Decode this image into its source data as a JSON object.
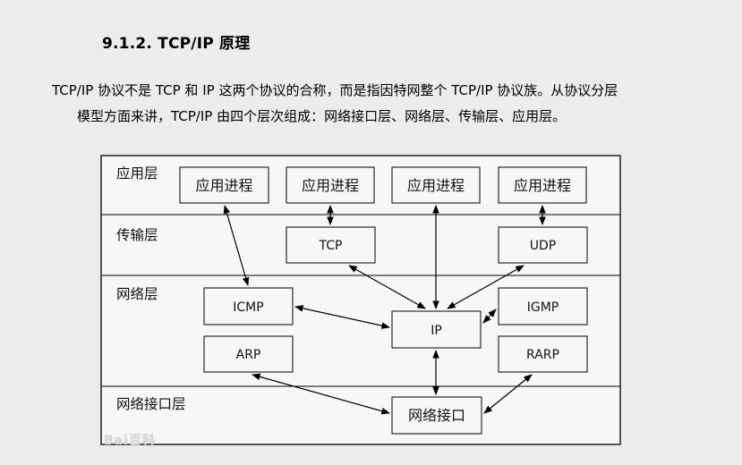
{
  "heading": "9.1.2. TCP/IP 原理",
  "paragraph": {
    "line1": "TCP/IP 协议不是 TCP 和 IP 这两个协议的合称，而是指因特网整个 TCP/IP 协议族。从协议分层",
    "line2": "模型方面来讲，TCP/IP 由四个层次组成：网络接口层、网络层、传输层、应用层。"
  },
  "diagram": {
    "layers": {
      "application": "应用层",
      "transport": "传输层",
      "network": "网络层",
      "link": "网络接口层"
    },
    "boxes": {
      "app1": "应用进程",
      "app2": "应用进程",
      "app3": "应用进程",
      "app4": "应用进程",
      "tcp": "TCP",
      "udp": "UDP",
      "icmp": "ICMP",
      "arp": "ARP",
      "ip": "IP",
      "igmp": "IGMP",
      "rarp": "RARP",
      "netif": "网络接口"
    }
  },
  "watermark": "Bai百科"
}
